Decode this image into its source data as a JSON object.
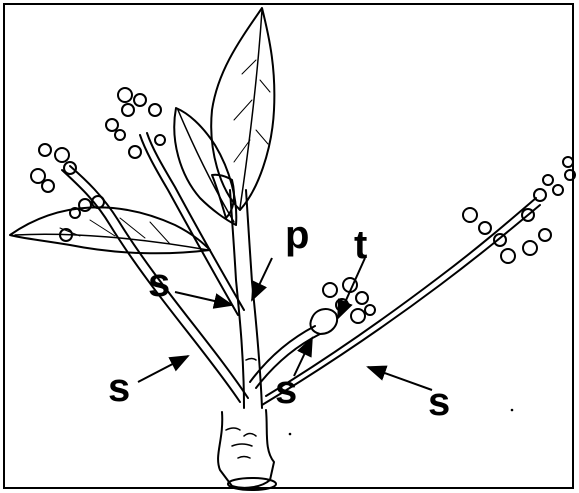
{
  "figure": {
    "style": "black-and-white line drawing",
    "labels": {
      "p": "p",
      "t": "t",
      "s": "s"
    },
    "colors": {
      "ink": "#000000",
      "paper": "#ffffff"
    }
  }
}
